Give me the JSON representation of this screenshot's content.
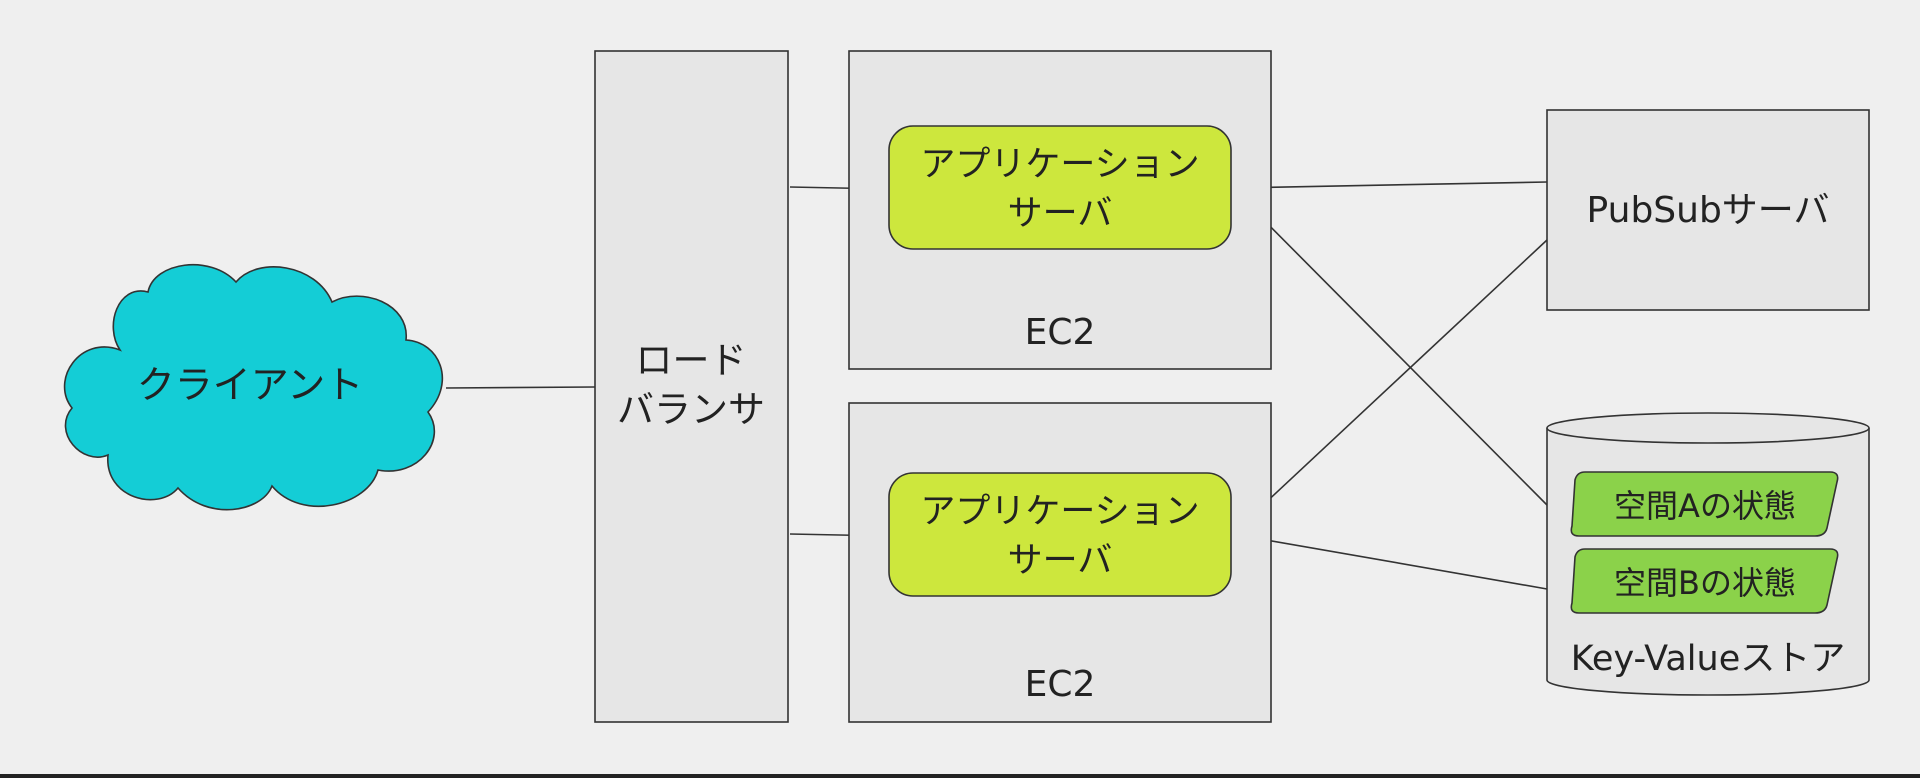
{
  "colors": {
    "background": "#efefef",
    "box_fill": "#e6e6e6",
    "stroke": "#333333",
    "cloud_fill": "#14cdd6",
    "app_server_fill": "#cde73d",
    "state_fill": "#8bd24a",
    "text": "#222222"
  },
  "nodes": {
    "client": {
      "label": "クライアント",
      "shape": "cloud"
    },
    "load_balancer": {
      "lines": [
        "ロード",
        "バランサ"
      ]
    },
    "ec2_top": {
      "label": "EC2"
    },
    "ec2_bottom": {
      "label": "EC2"
    },
    "app_server_top": {
      "lines": [
        "アプリケーション",
        "サーバ"
      ]
    },
    "app_server_bottom": {
      "lines": [
        "アプリケーション",
        "サーバ"
      ]
    },
    "pubsub": {
      "label": "PubSubサーバ"
    },
    "kv_store": {
      "label": "Key-Valueストア",
      "shape": "cylinder",
      "items": [
        "空間Aの状態",
        "空間Bの状態"
      ]
    }
  },
  "connections": [
    {
      "from": "client",
      "to": "load_balancer"
    },
    {
      "from": "load_balancer",
      "to": "app_server_top"
    },
    {
      "from": "load_balancer",
      "to": "app_server_bottom"
    },
    {
      "from": "app_server_top",
      "to": "pubsub"
    },
    {
      "from": "app_server_top",
      "to": "kv_store"
    },
    {
      "from": "app_server_bottom",
      "to": "pubsub"
    },
    {
      "from": "app_server_bottom",
      "to": "kv_store"
    }
  ]
}
